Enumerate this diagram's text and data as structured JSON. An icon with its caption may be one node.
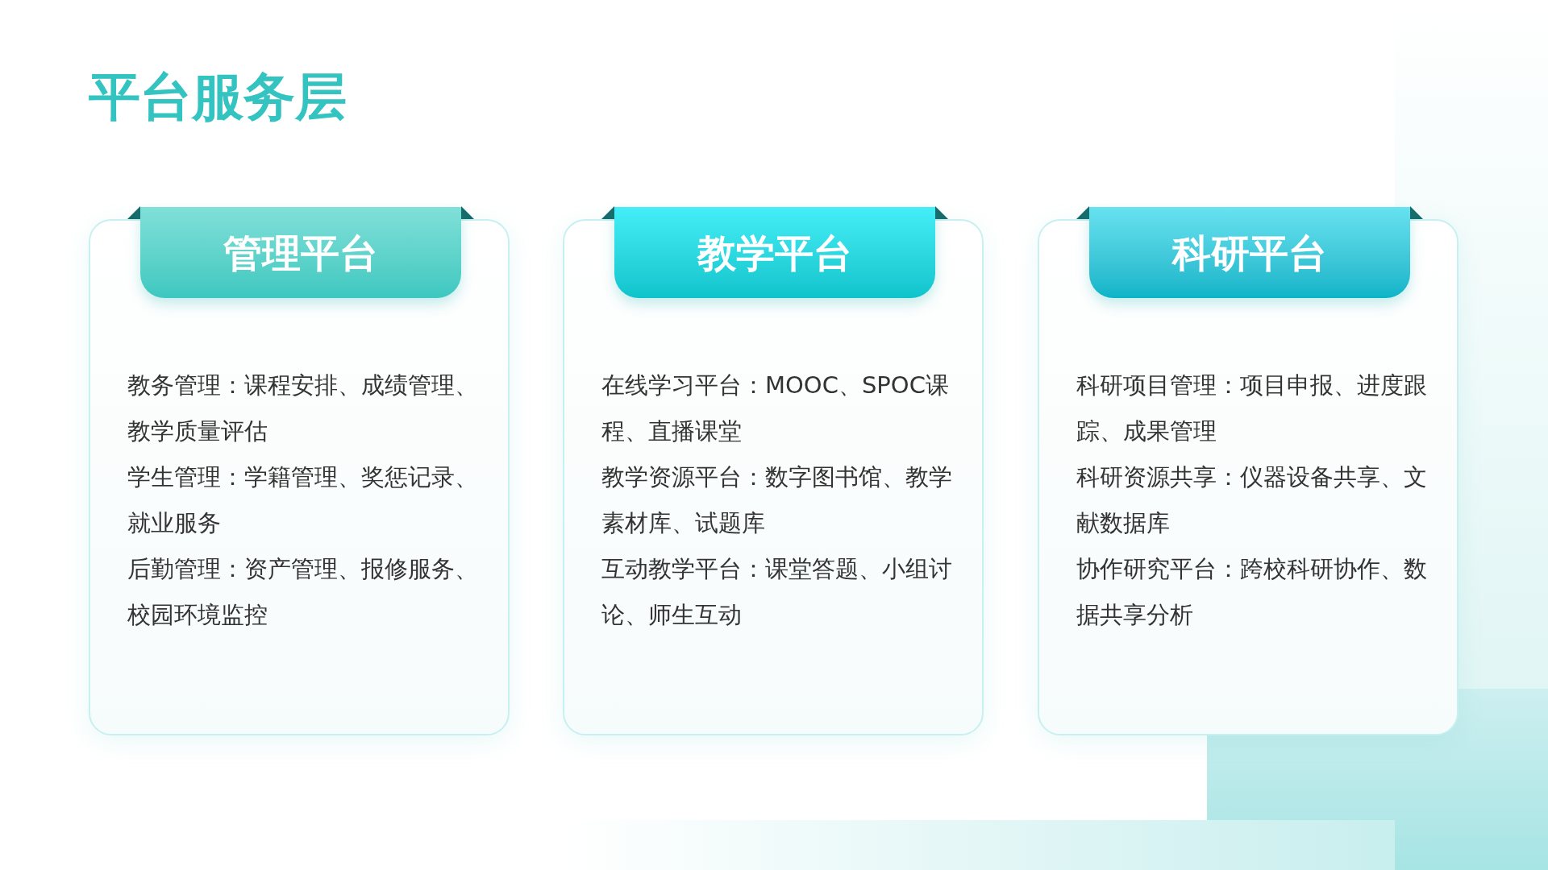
{
  "diagram": {
    "title": "平台服务层",
    "nodes": [
      {
        "text": [
          "管理平台",
          "教务管理：课程安排、成绩管理、教学质量评估",
          "学生管理：学籍管理、奖惩记录、就业服务",
          "后勤管理：资产管理、报修服务、校园环境监控"
        ]
      },
      {
        "text": [
          "教学平台",
          "在线学习平台：MOOC、SPOC课程、直播课堂",
          "教学资源平台：数字图书馆、教学素材库、试题库",
          "互动教学平台：课堂答题、小组讨论、师生互动"
        ]
      },
      {
        "text": [
          "科研平台",
          "科研项目管理：项目申报、进度跟踪、成果管理",
          "科研资源共享：仪器设备共享、文献数据库",
          "协作研究平台：跨校科研协作、数据共享分析"
        ]
      }
    ]
  }
}
